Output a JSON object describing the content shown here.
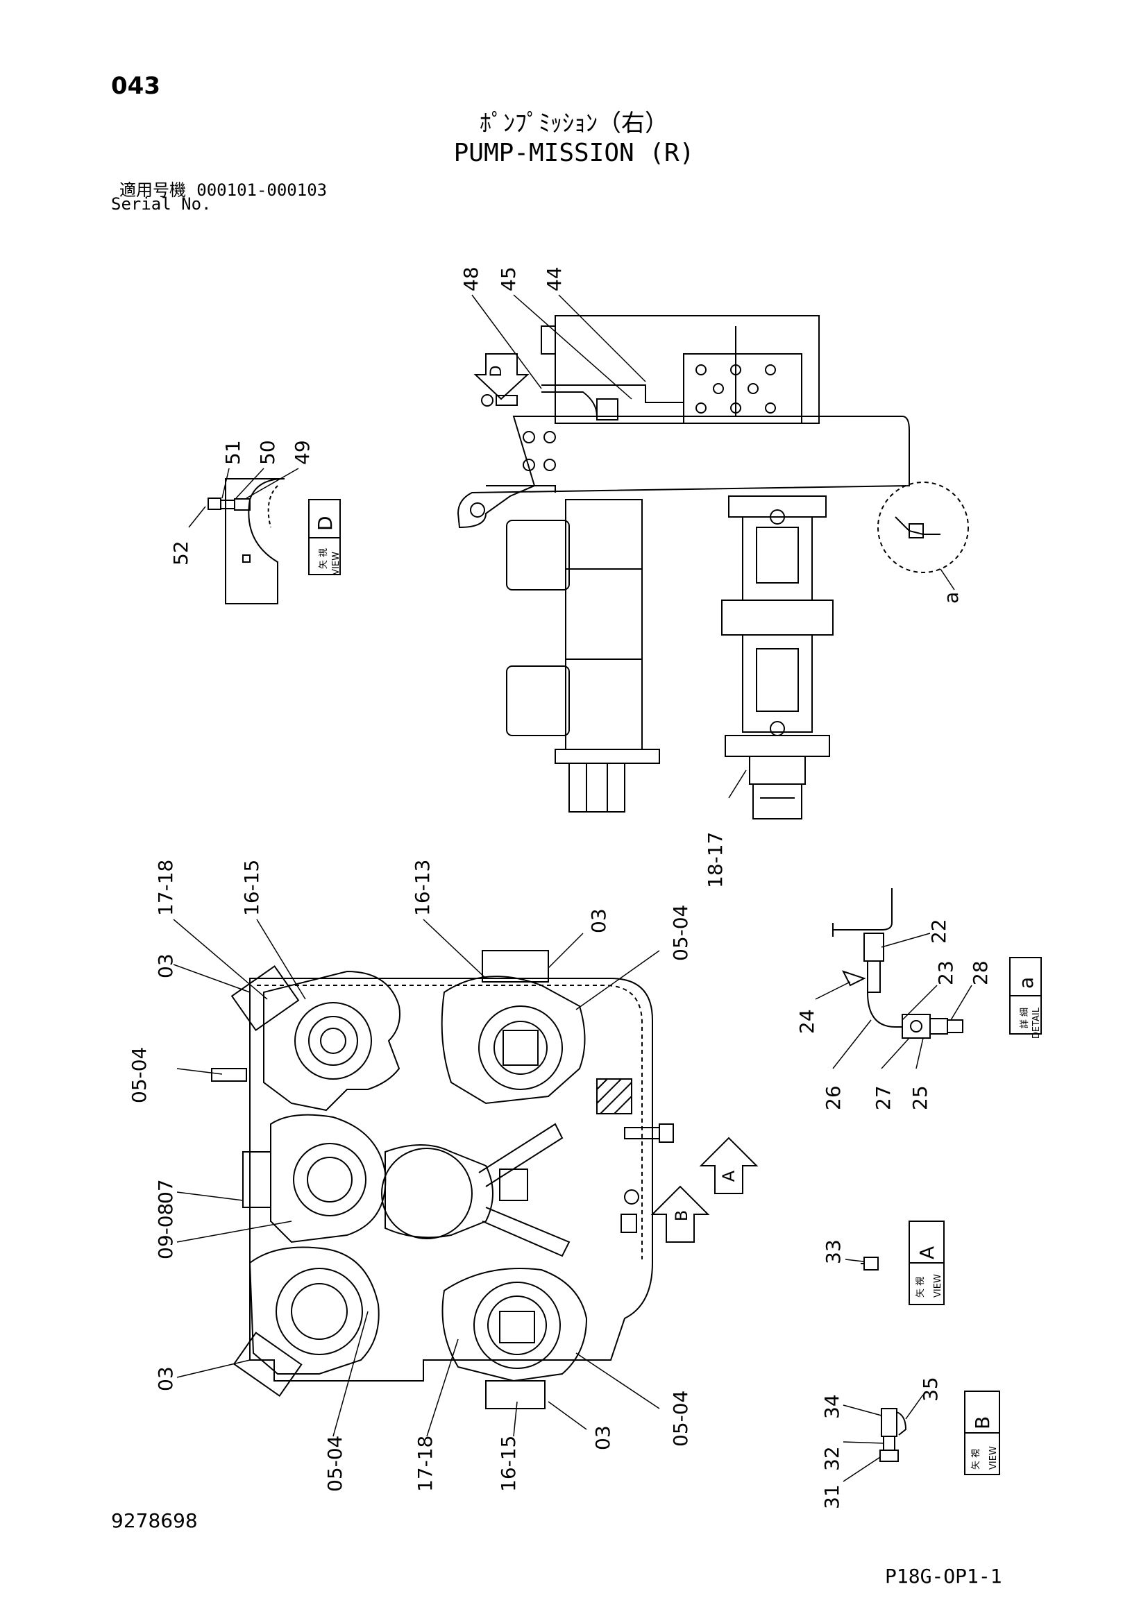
{
  "header": {
    "page_number": "043",
    "title_jp": "ﾎﾟﾝﾌﾟﾐｯｼｮﾝ（右）",
    "title_en": "PUMP-MISSION (R)",
    "serial_label_jp": "適用号機",
    "serial_range": "000101-000103",
    "serial_label_en": "Serial No."
  },
  "footer": {
    "doc_id": "9278698",
    "drawing_code": "P18G-OP1-1"
  },
  "views": {
    "view_d": {
      "kanji": "矢 視",
      "word": "VIEW",
      "letter": "D"
    },
    "view_a": {
      "kanji": "矢 視",
      "word": "VIEW",
      "letter": "A"
    },
    "view_b": {
      "kanji": "矢 視",
      "word": "VIEW",
      "letter": "B"
    },
    "detail_a": {
      "kanji": "詳 細",
      "word": "DETAIL",
      "letter": "a"
    },
    "arrow_d": "D",
    "arrow_a": "A",
    "arrow_b": "B",
    "detail_marker": "a"
  },
  "callouts": {
    "top_48": "48",
    "top_45": "45",
    "top_44": "44",
    "top_18_17": "18-17",
    "d_51": "51",
    "d_50": "50",
    "d_49": "49",
    "d_52": "52",
    "det_22": "22",
    "det_23": "23",
    "det_28": "28",
    "det_24": "24",
    "det_26": "26",
    "det_27": "27",
    "det_25": "25",
    "va_33": "33",
    "vb_34": "34",
    "vb_35": "35",
    "vb_32": "32",
    "vb_31": "31",
    "bl_17_18_a": "17-18",
    "bl_16_15_a": "16-15",
    "bl_16_13": "16-13",
    "bl_03_a": "03",
    "bl_05_04_a": "05-04",
    "bl_03_b": "03",
    "bl_05_04_b": "05-04",
    "bl_07": "07",
    "bl_09_08": "09-08",
    "bl_03_c": "03",
    "bl_05_04_c": "05-04",
    "bl_17_18_b": "17-18",
    "bl_16_15_b": "16-15",
    "bl_03_d": "03",
    "bl_05_04_d": "05-04"
  }
}
